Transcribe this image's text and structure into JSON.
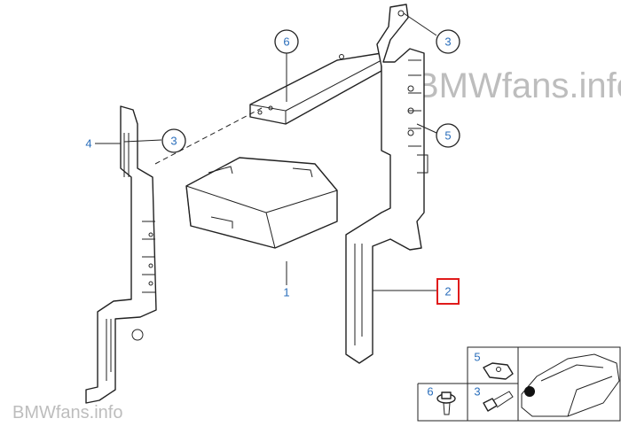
{
  "watermark_top": "BMWfans.info",
  "watermark_bottom": "BMWfans.info",
  "callouts": {
    "part_6": "6",
    "part_3_top": "3",
    "part_3_left": "3",
    "part_4": "4",
    "part_5": "5",
    "part_1": "1",
    "part_2": "2"
  },
  "inset": {
    "part_5": "5",
    "part_6": "6",
    "part_3": "3"
  },
  "colors": {
    "label": "#2a6ebb",
    "highlight": "#e01b1b"
  }
}
